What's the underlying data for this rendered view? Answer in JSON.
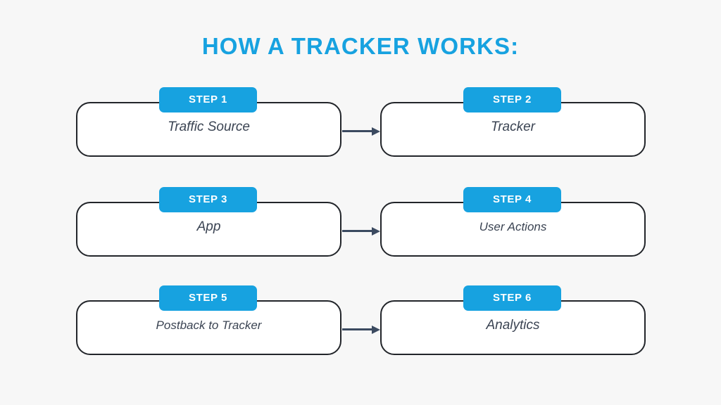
{
  "title": "HOW A TRACKER WORKS:",
  "colors": {
    "background": "#f7f7f7",
    "accent_blue": "#17a2e0",
    "card_border": "#22252a",
    "card_fill": "#ffffff",
    "body_text": "#3b4453",
    "arrow": "#3b4a60"
  },
  "rows": [
    {
      "left": {
        "badge": "STEP 1",
        "label": "Traffic Source"
      },
      "right": {
        "badge": "STEP 2",
        "label": "Tracker"
      }
    },
    {
      "left": {
        "badge": "STEP 3",
        "label": "App"
      },
      "right": {
        "badge": "STEP 4",
        "label": "User Actions"
      }
    },
    {
      "left": {
        "badge": "STEP 5",
        "label": "Postback to Tracker"
      },
      "right": {
        "badge": "STEP 6",
        "label": "Analytics"
      }
    }
  ]
}
